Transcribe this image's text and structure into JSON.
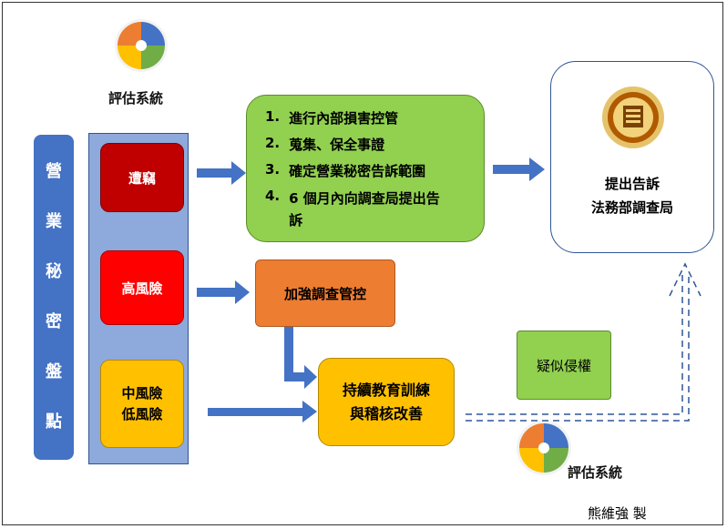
{
  "eval_system_label": "評估系統",
  "inventory_title_chars": [
    "營",
    "業",
    "秘",
    "密",
    "盤",
    "點"
  ],
  "risk_levels": {
    "stolen": "遭竊",
    "high": "高風險",
    "mid": "中風險",
    "low": "低風險"
  },
  "actions": [
    {
      "num": "1.",
      "text": "進行內部損害控管"
    },
    {
      "num": "2.",
      "text": "蒐集、保全事證"
    },
    {
      "num": "3.",
      "text": "確定營業秘密告訴範圍"
    },
    {
      "num": "4.",
      "text": "6 個月內向調查局提出告訴"
    }
  ],
  "strengthen_control": "加強調查管控",
  "continuous_training_line1": "持續教育訓練",
  "continuous_training_line2": "與稽核改善",
  "suspected_infringement": "疑似侵權",
  "report_line1": "提出告訴",
  "report_line2": "法務部調查局",
  "author": "熊維強 製",
  "colors": {
    "blue": "#4472C4",
    "panel": "#8EA9DB",
    "dark_red": "#C00000",
    "red": "#FF0000",
    "amber": "#FFC000",
    "green": "#92D050",
    "orange": "#ED7D31"
  },
  "icons": [
    "eval-wheel-icon",
    "investigation-bureau-seal-icon"
  ]
}
